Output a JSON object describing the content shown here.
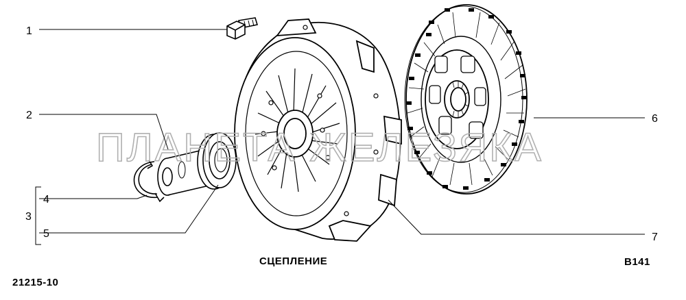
{
  "diagram": {
    "callouts": [
      {
        "id": "1",
        "label": "1"
      },
      {
        "id": "2",
        "label": "2"
      },
      {
        "id": "3",
        "label": "3"
      },
      {
        "id": "4",
        "label": "4"
      },
      {
        "id": "5",
        "label": "5"
      },
      {
        "id": "6",
        "label": "6"
      },
      {
        "id": "7",
        "label": "7"
      }
    ],
    "caption": "СЦЕПЛЕНИЕ",
    "sheet_code": "B141",
    "model_code": "21215-10",
    "watermark": "ПЛАНЕТА ЖЕЛЕЗЯКА"
  }
}
